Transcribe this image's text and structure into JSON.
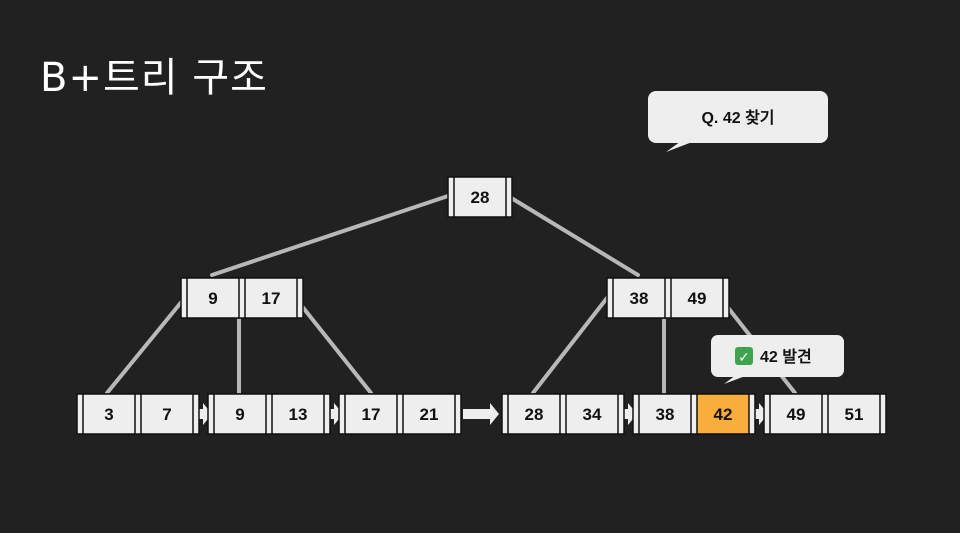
{
  "title": "B+트리 구조",
  "colors": {
    "background": "#212121",
    "node_fill": "#eeeeee",
    "node_border": "#111111",
    "edge": "#b8b8b8",
    "highlight": "#f8ad3d",
    "arrow": "#eeeeee",
    "bubble": "#eeeeee"
  },
  "tree": {
    "root": {
      "keys": [
        "28"
      ]
    },
    "internal": [
      {
        "keys": [
          "9",
          "17"
        ]
      },
      {
        "keys": [
          "38",
          "49"
        ]
      }
    ],
    "leaves": [
      {
        "keys": [
          "3",
          "7"
        ]
      },
      {
        "keys": [
          "9",
          "13"
        ]
      },
      {
        "keys": [
          "17",
          "21"
        ]
      },
      {
        "keys": [
          "28",
          "34"
        ]
      },
      {
        "keys": [
          "38",
          "42"
        ],
        "highlight_key": "42"
      },
      {
        "keys": [
          "49",
          "51"
        ]
      }
    ]
  },
  "query_bubble": {
    "text": "Q. 42 찾기"
  },
  "result_bubble": {
    "icon": "check-mark-icon",
    "check": "✓",
    "text": "42 발견"
  }
}
